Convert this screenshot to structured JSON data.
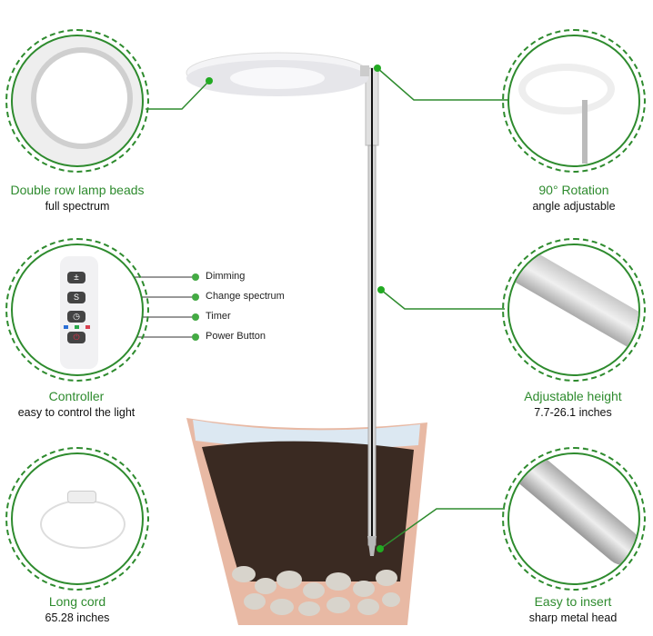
{
  "features": [
    {
      "id": "lamp-beads",
      "title": "Double row lamp beads",
      "subtitle": "full spectrum"
    },
    {
      "id": "rotation",
      "title": "90° Rotation",
      "subtitle": "angle adjustable"
    },
    {
      "id": "controller",
      "title": "Controller",
      "subtitle": "easy to control the light"
    },
    {
      "id": "height",
      "title": "Adjustable height",
      "subtitle": "7.7-26.1 inches"
    },
    {
      "id": "cord",
      "title": "Long cord",
      "subtitle": "65.28 inches"
    },
    {
      "id": "insert",
      "title": "Easy to insert",
      "subtitle": "sharp metal head"
    }
  ],
  "controller_buttons": [
    {
      "label": "Dimming",
      "icon": "plus-minus-icon"
    },
    {
      "label": "Change spectrum",
      "icon": "cycle-icon"
    },
    {
      "label": "Timer",
      "icon": "timer-icon"
    },
    {
      "label": "Power Button",
      "icon": "power-icon"
    }
  ],
  "colors": {
    "accent": "#2e8b2e",
    "dot": "#22aa22",
    "pot": "#e8b9a4",
    "soil": "#3a2a22"
  }
}
